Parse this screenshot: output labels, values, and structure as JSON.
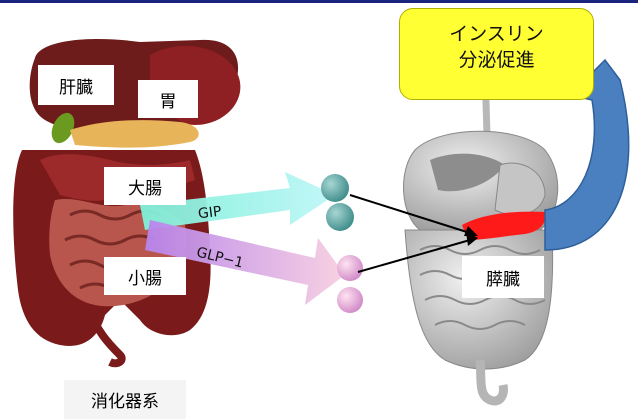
{
  "labels": {
    "liver": "肝臓",
    "stomach": "胃",
    "large_intestine": "大腸",
    "small_intestine": "小腸",
    "pancreas": "膵臓",
    "digestive_system": "消化器系"
  },
  "callout": {
    "line1": "インスリン",
    "line2": "分泌促進",
    "color": "#ffff33"
  },
  "hormones": {
    "gip": "GIP",
    "glp1": "GLP−1"
  },
  "colors": {
    "accent_bar": "#1a237e",
    "organ_pancreas": "#ff1a1a",
    "curved_arrow": "#4a7fc0"
  }
}
